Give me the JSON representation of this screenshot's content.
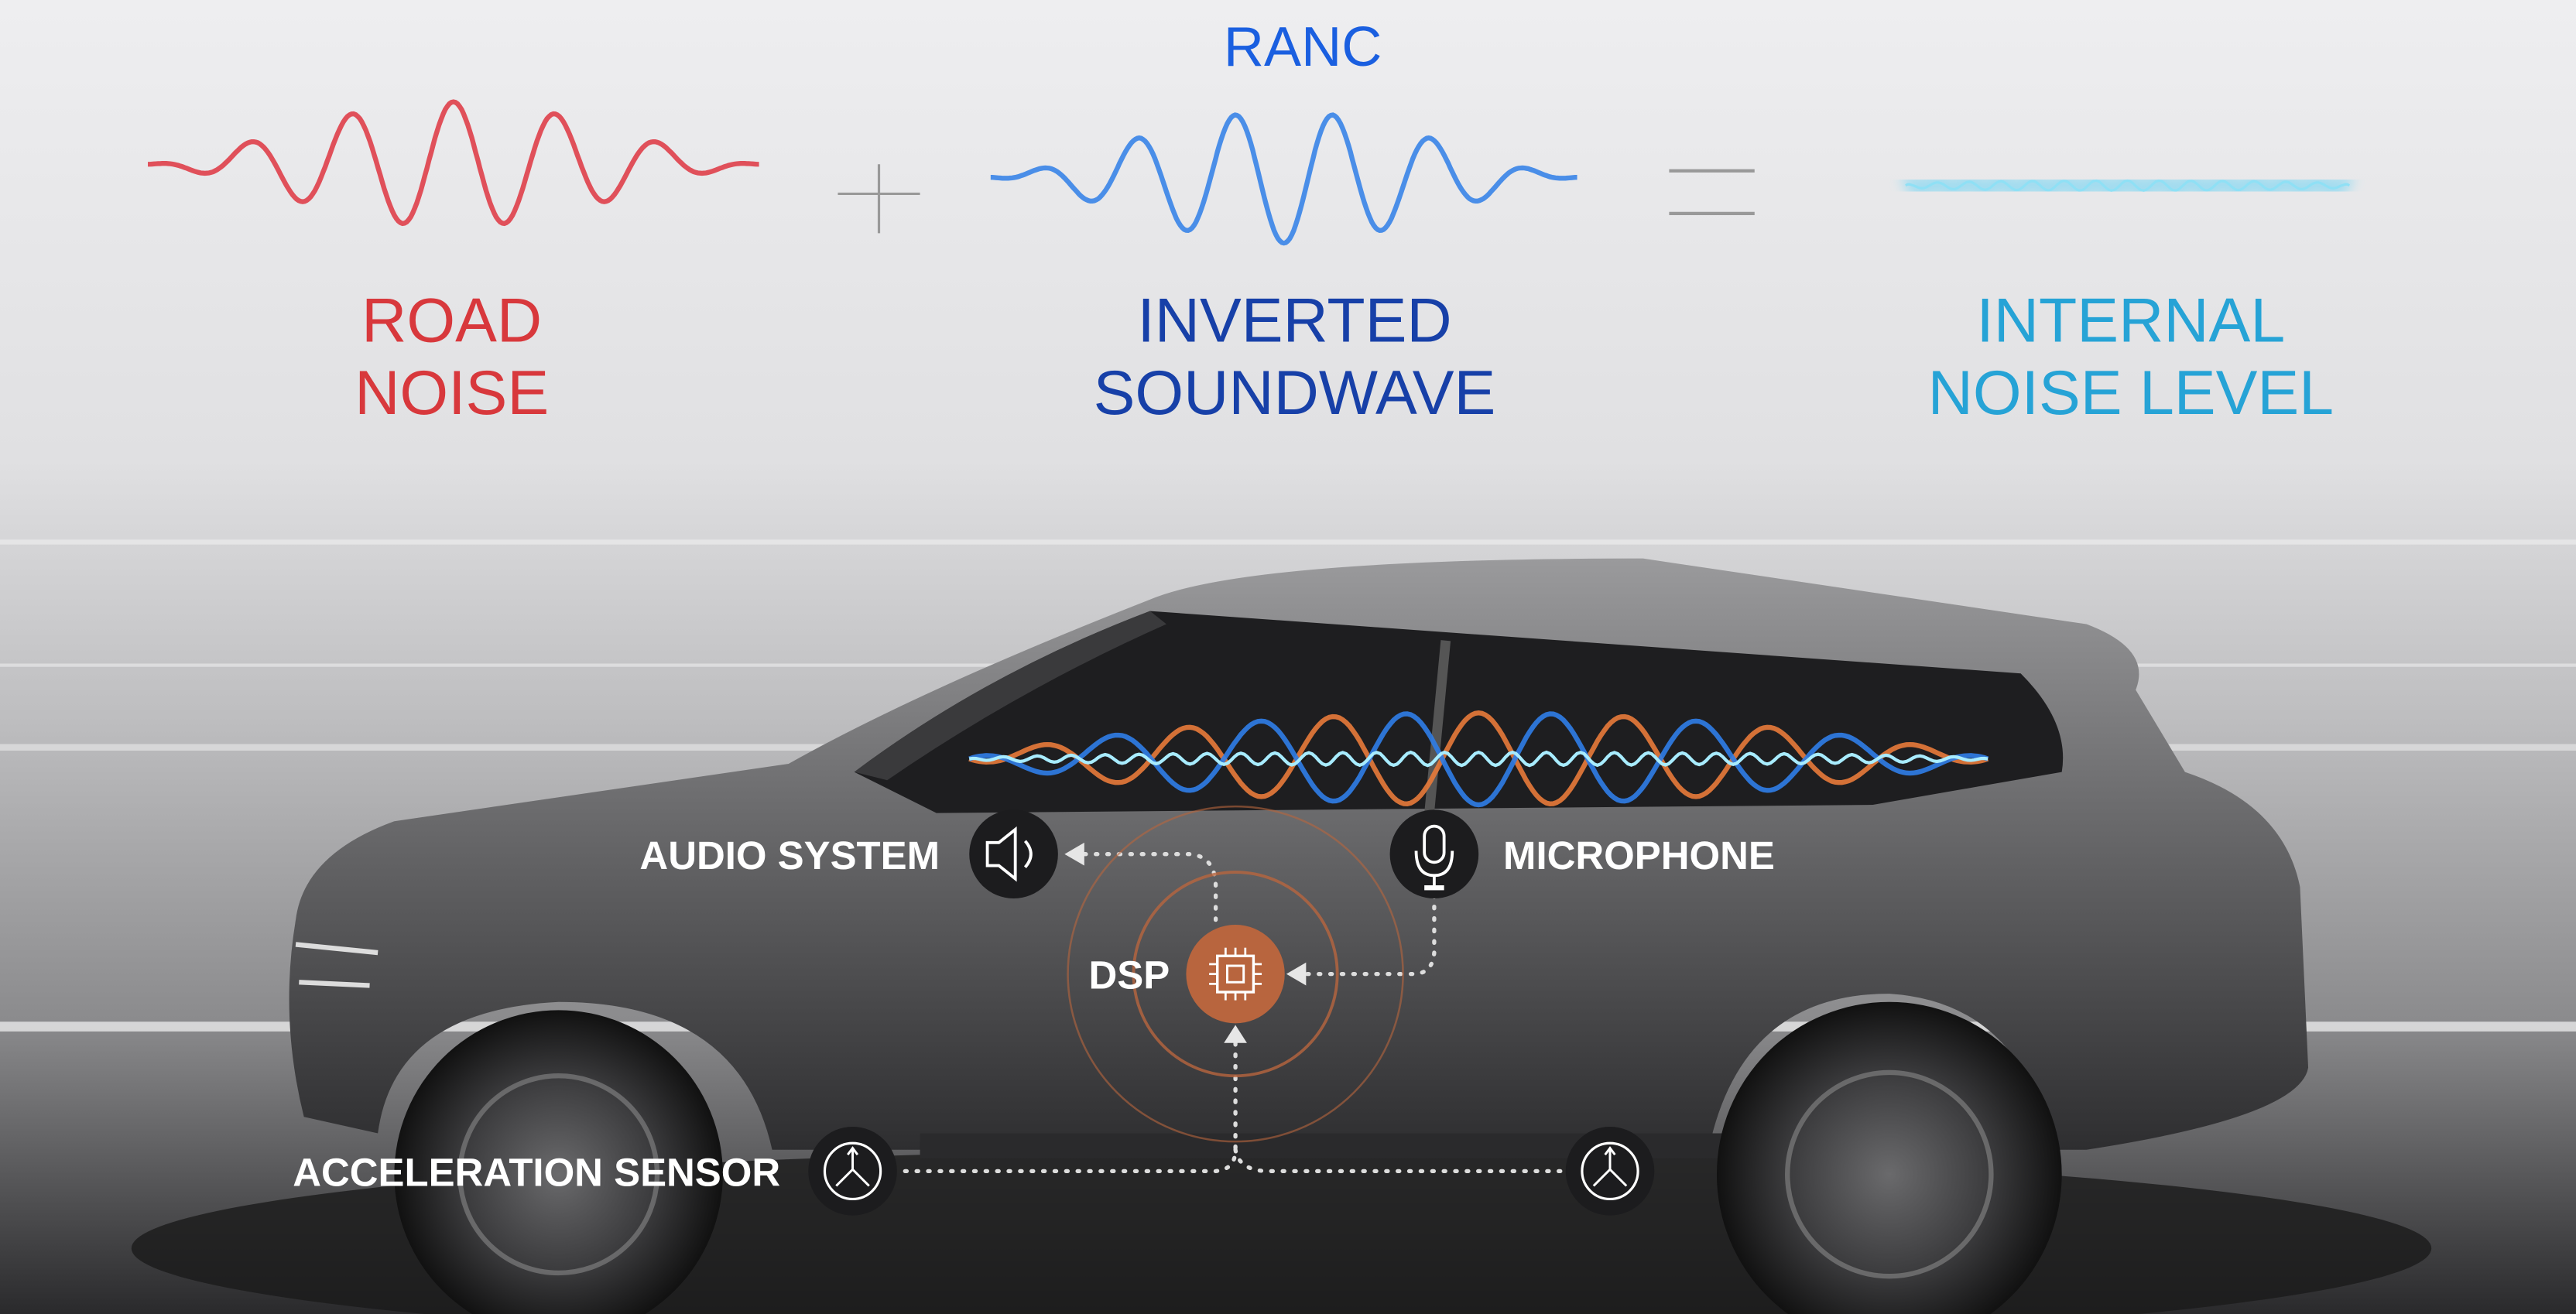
{
  "title": "RANC",
  "equation": {
    "road_noise": [
      "ROAD",
      "NOISE"
    ],
    "inverted_soundwave": [
      "INVERTED",
      "SOUNDWAVE"
    ],
    "internal_noise_level": [
      "INTERNAL",
      "NOISE LEVEL"
    ],
    "plus_symbol": "+",
    "equals_symbol": "="
  },
  "components": {
    "audio_system": "AUDIO SYSTEM",
    "microphone": "MICROPHONE",
    "dsp": "DSP",
    "acceleration_sensor": "ACCELERATION SENSOR"
  },
  "colors": {
    "road_noise": "#d8383c",
    "ranc": "#1a5fe0",
    "inverted": "#1740a8",
    "internal": "#26a3d6",
    "dsp": "#b8653e"
  }
}
